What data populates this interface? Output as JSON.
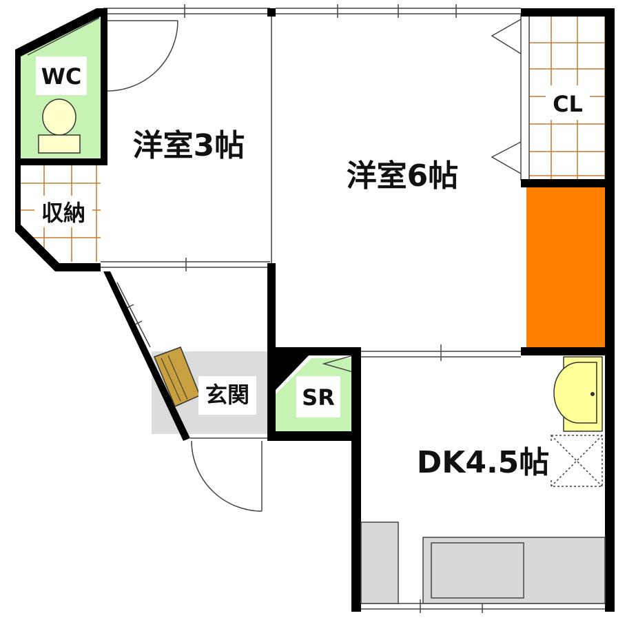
{
  "rooms": {
    "wc": "WC",
    "storage": "収納",
    "western3": "洋室3帖",
    "western6": "洋室6帖",
    "closet": "CL",
    "entrance": "玄関",
    "sr": "SR",
    "dk": "DK4.5帖"
  },
  "colors": {
    "wall": "#000000",
    "toilet_floor": "#c6f2b4",
    "closet_orange": "#ff8000",
    "entrance_floor": "#dcdcdc",
    "shoe_box": "#c8a040",
    "washbasin": "#ffff99",
    "storage_grid": "#c87832",
    "kitchen_counter": "#d8d8d8"
  }
}
